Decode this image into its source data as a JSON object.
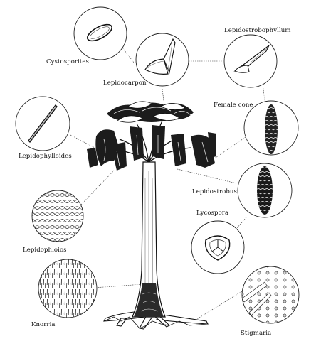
{
  "labels": {
    "cystosporites": "Cystosporites",
    "lepidocarpon": "Lepidocarpon",
    "lepidostrobophyllum": "Lepidostrobophyllum",
    "female_cone": "Female cone",
    "lepidophylloides": "Lepidophylloides",
    "lepidostrobus": "Lepidostrobus",
    "lycospora": "Lycospora",
    "lepidophloios": "Lepidophloios",
    "knorria": "Knorria",
    "stigmaria": "Stigmaria"
  }
}
